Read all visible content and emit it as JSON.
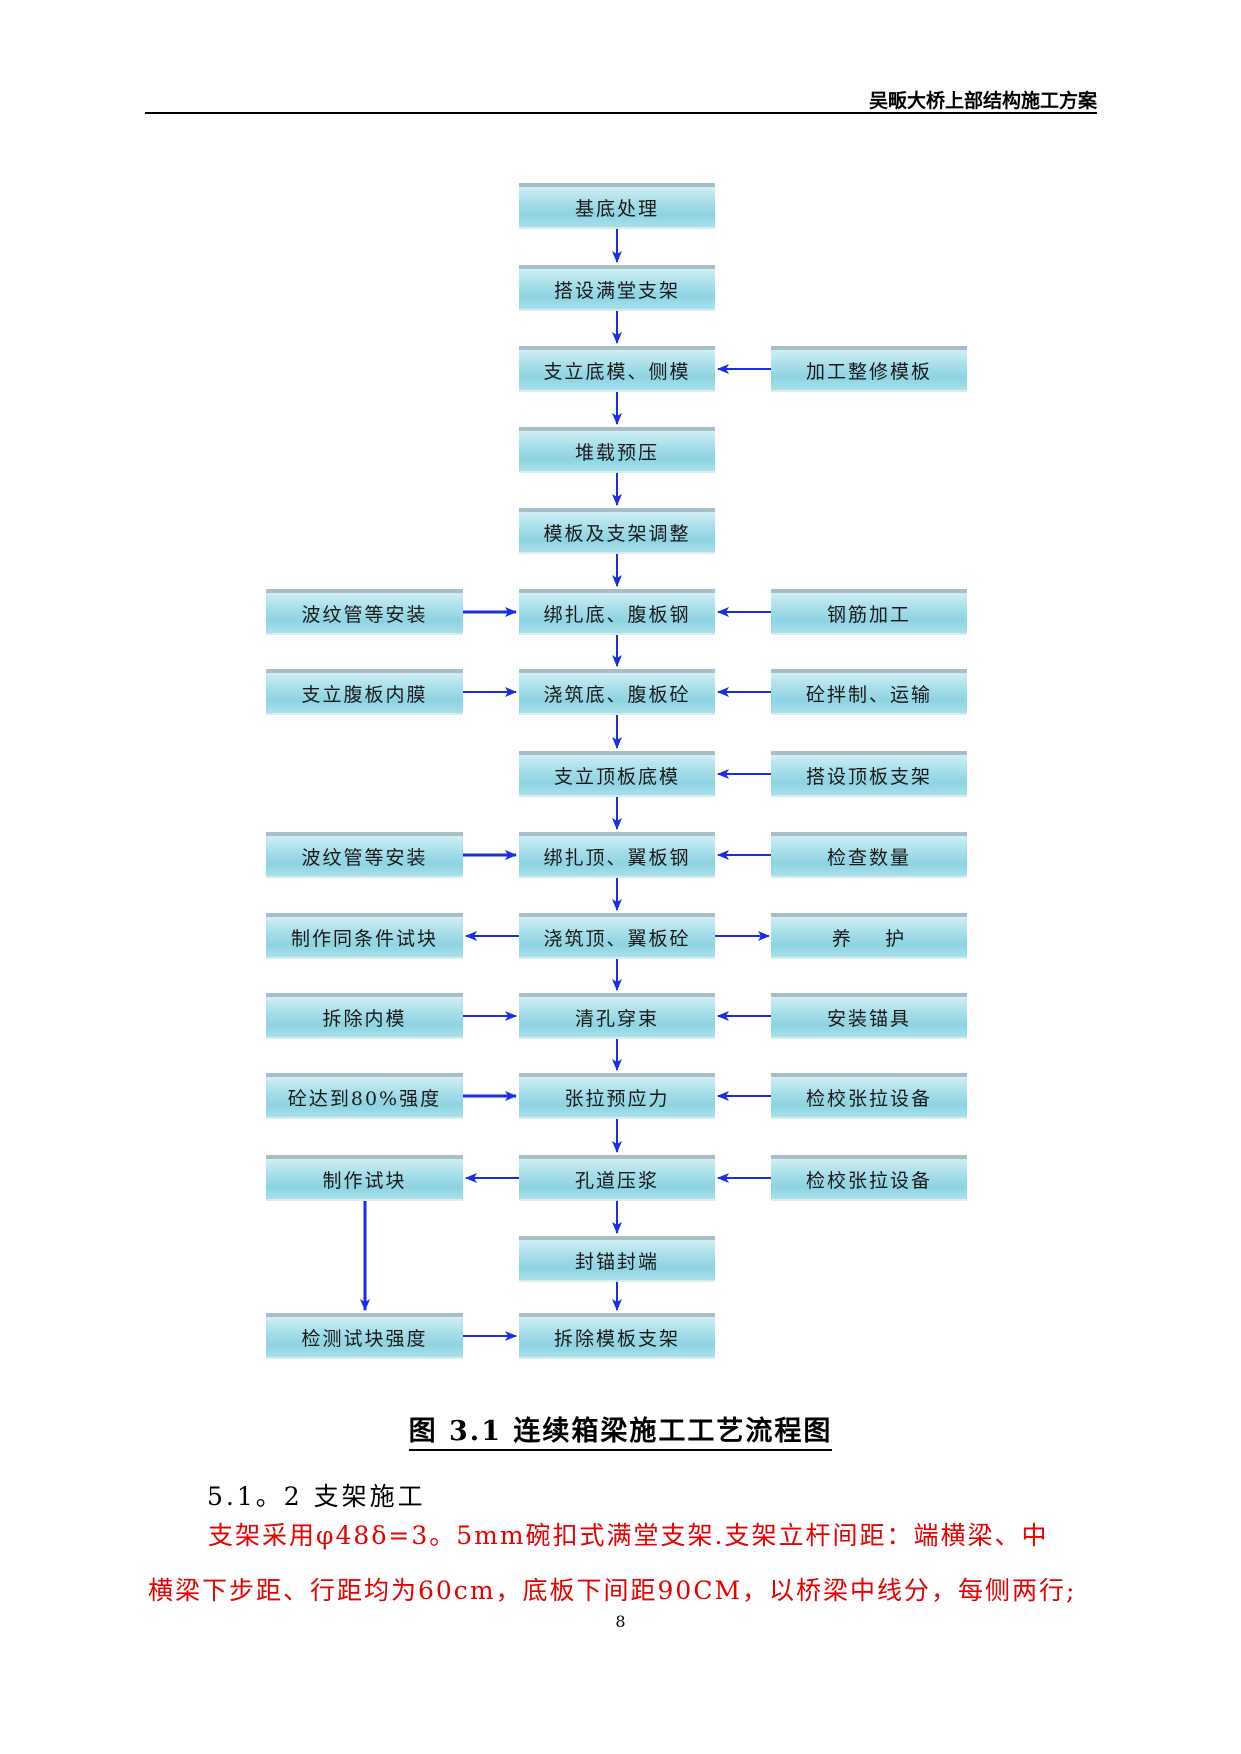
{
  "header": {
    "title": "吴畈大桥上部结构施工方案"
  },
  "flowchart": {
    "main": [
      "基底处理",
      "搭设满堂支架",
      "支立底模、侧模",
      "堆载预压",
      "模板及支架调整",
      "绑扎底、腹板钢",
      "浇筑底、腹板砼",
      "支立顶板底模",
      "绑扎顶、翼板钢",
      "浇筑顶、翼板砼",
      "清孔穿束",
      "张拉预应力",
      "孔道压浆",
      "封锚封端",
      "拆除模板支架"
    ],
    "left": {
      "bellows_1": "波纹管等安装",
      "inner_form": "支立腹板内膜",
      "bellows_2": "波纹管等安装",
      "cond_specimen": "制作同条件试块",
      "remove_inner": "拆除内模",
      "strength_80": "砼达到80%强度",
      "make_specimen": "制作试块",
      "test_specimen": "检测试块强度"
    },
    "right": {
      "form_repair": "加工整修模板",
      "rebar_process": "钢筋加工",
      "concrete_mix": "砼拌制、运输",
      "top_support": "搭设顶板支架",
      "check_qty": "检查数量",
      "curing": "养    护",
      "anchors": "安装锚具",
      "check_equip_1": "检校张拉设备",
      "check_equip_2": "检校张拉设备"
    }
  },
  "caption": "图 3.1 连续箱梁施工工艺流程图",
  "section": {
    "heading": "5.1。2 支架施工"
  },
  "paragraph": {
    "line1": "支架采用φ48δ=3。5mm碗扣式满堂支架.支架立杆间距：端横梁、中",
    "line2": "横梁下步距、行距均为60cm，底板下间距90CM，以桥梁中线分，每侧两行;"
  },
  "page_number": "8",
  "colors": {
    "arrow": "#1a2ee6",
    "text_red": "#e60000",
    "box_fill": "#a6dde8"
  }
}
